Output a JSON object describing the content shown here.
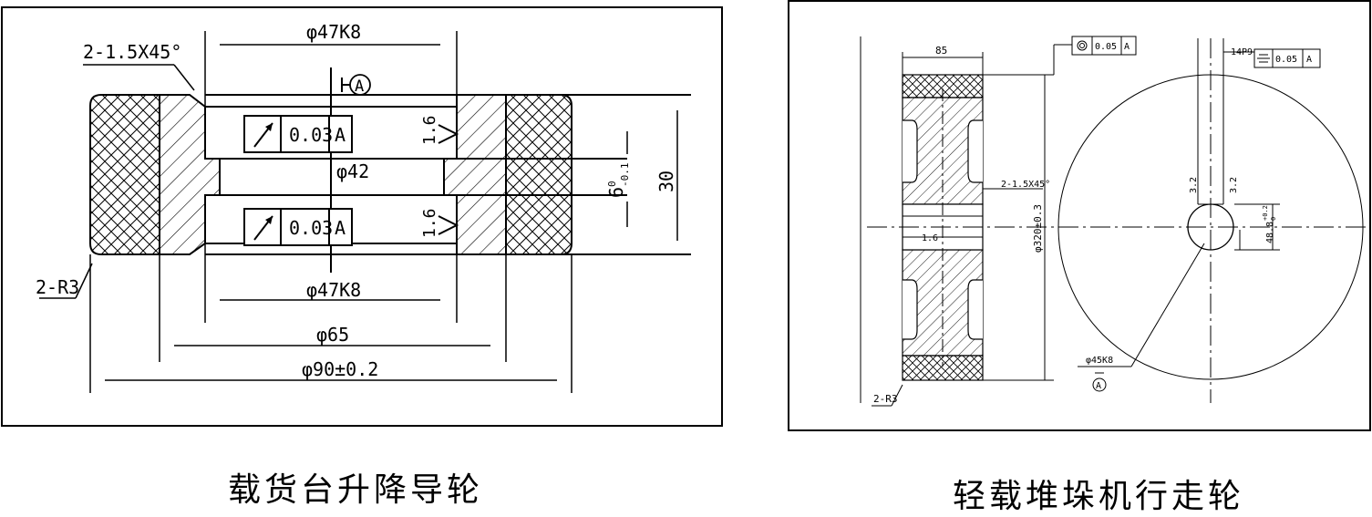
{
  "left_drawing": {
    "dims": {
      "d47k8_top": "φ47K8",
      "d47k8_bottom": "φ47K8",
      "d42": "φ42",
      "d65": "φ65",
      "d90": "φ90±0.2",
      "chamfer": "2-1.5X45°",
      "radius": "2-R3",
      "width_30": "30",
      "slot_6": "6",
      "slot_6_tol": "-0.1",
      "slot_6_tol_upper": "0"
    },
    "datum": "A",
    "tolerance_frames": [
      {
        "value": "0.03",
        "datum": "A"
      },
      {
        "value": "0.03",
        "datum": "A"
      }
    ],
    "roughness": [
      "1.6",
      "1.6"
    ]
  },
  "right_drawing": {
    "dims": {
      "width": "85",
      "diameter": "φ320±0.3",
      "chamfer": "2-1.5X45°",
      "radius": "2-R3",
      "bore": "φ45K8",
      "keyway_width": "14P9",
      "keyway_depth": "48.8",
      "keyway_depth_tol_upper": "+0.2",
      "keyway_depth_tol_lower": "0"
    },
    "datum": "A",
    "runout_frame": {
      "value": "0.05",
      "datum": "A"
    },
    "symmetry_frame": {
      "value": "0.05",
      "datum": "A"
    },
    "roughness": [
      "1.6",
      "3.2",
      "3.2"
    ]
  },
  "captions": {
    "left": "载货台升降导轮",
    "right": "轻载堆垛机行走轮"
  }
}
